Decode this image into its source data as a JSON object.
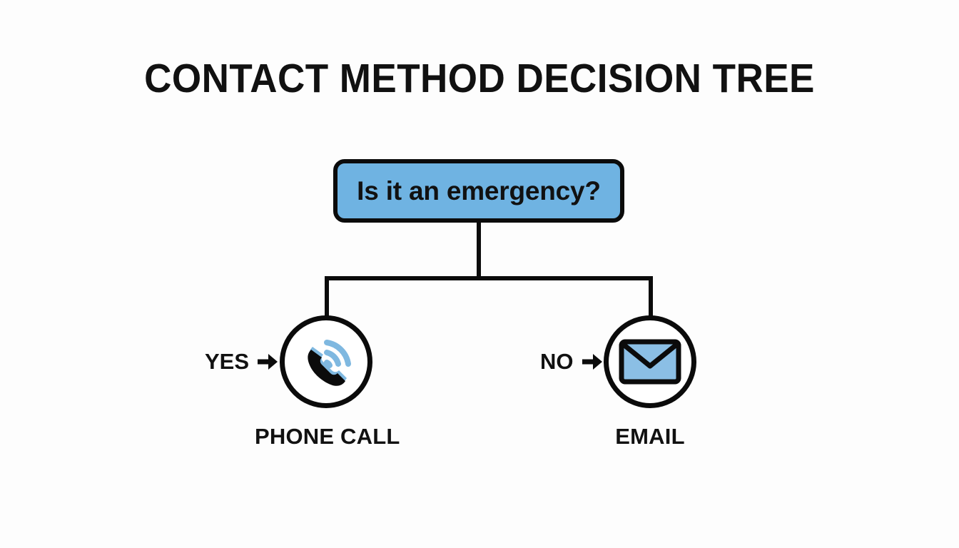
{
  "page": {
    "title": "CONTACT METHOD DECISION TREE",
    "background_color": "#fdfdfd"
  },
  "colors": {
    "accent_blue": "#6fb3e2",
    "icon_blue": "#7fb8e0",
    "envelope_blue": "#8bbfe5",
    "stroke_black": "#0b0b0b",
    "text_black": "#111111"
  },
  "decision": {
    "question": "Is it an emergency?",
    "fill_color": "#6fb3e2",
    "border_color": "#0b0b0b"
  },
  "branches": [
    {
      "answer": "YES",
      "arrow_glyph": "right-arrow",
      "outcome": "PHONE CALL",
      "icon": "phone-call-icon"
    },
    {
      "answer": "NO",
      "arrow_glyph": "right-arrow",
      "outcome": "EMAIL",
      "icon": "email-envelope-icon"
    }
  ],
  "chart_data": {
    "type": "diagram",
    "diagram_type": "decision-tree",
    "title": "CONTACT METHOD DECISION TREE",
    "root": {
      "id": "root",
      "label": "Is it an emergency?",
      "shape": "rounded-rectangle",
      "fill": "#6fb3e2"
    },
    "nodes": [
      {
        "id": "phone",
        "label": "PHONE CALL",
        "shape": "circle-icon",
        "icon": "phone-call-icon",
        "edge_label": "YES"
      },
      {
        "id": "email",
        "label": "EMAIL",
        "shape": "circle-icon",
        "icon": "email-envelope-icon",
        "edge_label": "NO"
      }
    ],
    "edges": [
      {
        "from": "root",
        "to": "phone",
        "label": "YES"
      },
      {
        "from": "root",
        "to": "email",
        "label": "NO"
      }
    ]
  }
}
